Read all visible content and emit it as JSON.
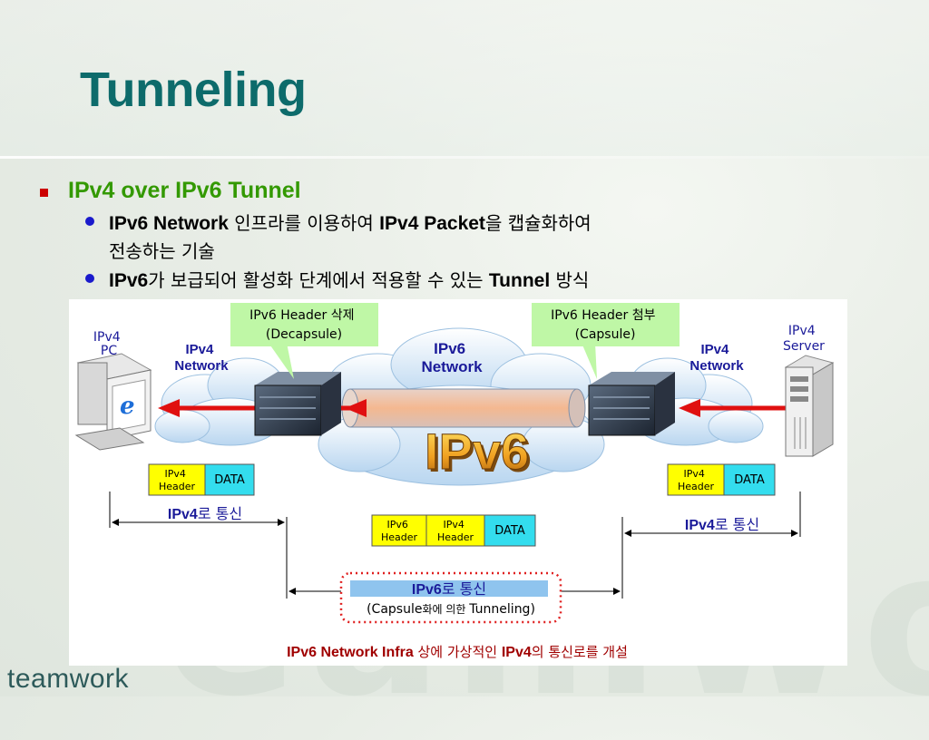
{
  "slide": {
    "title": "Tunneling",
    "footer_logo_text": "teamwork"
  },
  "bullets": {
    "level1": "IPv4 over IPv6 Tunnel",
    "item1_bold1": "IPv6 Network",
    "item1_text1": " 인프라를 이용하여 ",
    "item1_bold2": "IPv4 Packet",
    "item1_text2": "을 캡슐화하여",
    "item1_text3": "전송하는 기술",
    "item2_bold1": "IPv6",
    "item2_text1": "가 보급되어 활성화 단계에서 적용할 수 있는 ",
    "item2_bold2": "Tunnel",
    "item2_text2": " 방식"
  },
  "diagram": {
    "left_host_line1": "IPv4",
    "left_host_line2": "PC",
    "right_host_line1": "IPv4",
    "right_host_line2": "Server",
    "left_net_line1": "IPv4",
    "left_net_line2": "Network",
    "right_net_line1": "IPv4",
    "right_net_line2": "Network",
    "center_net_line1": "IPv6",
    "center_net_line2": "Network",
    "center_logo": "IPv6",
    "decap_line1": "IPv6 Header 삭제",
    "decap_line2": "(Decapsule)",
    "cap_line1": "IPv6 Header 첨부",
    "cap_line2": "(Capsule)",
    "pkt_ipv4_header_line1": "IPv4",
    "pkt_ipv4_header_line2": "Header",
    "pkt_ipv6_header_line1": "IPv6",
    "pkt_ipv6_header_line2": "Header",
    "pkt_data": "DATA",
    "left_comm_bold": "IPv4",
    "left_comm_text": "로 통신",
    "right_comm_bold": "IPv4",
    "right_comm_text": "로 통신",
    "center_comm_bold": "IPv6",
    "center_comm_text": "로 통신",
    "center_comm_sub_a": "(Capsule",
    "center_comm_sub_b": "화에 의한 ",
    "center_comm_sub_c": "Tunneling)",
    "caption_bold1": "IPv6 Network Infra",
    "caption_text1": " 상에 가상적인 ",
    "caption_bold2": "IPv4",
    "caption_text2": "의 통신로를 개설"
  },
  "colors": {
    "title": "#0d6b6b",
    "level1_text": "#339900",
    "bullet_square": "#cc0000",
    "bullet_dot": "#1a1acc",
    "callout_fill": "#bff7a6",
    "ipv4_header_fill": "#ffff00",
    "ipv6_header_fill": "#ffff00",
    "data_fill": "#33ddee",
    "arrow_red": "#e01010",
    "caption_red": "#a00000",
    "dotted_red": "#e02020",
    "ipv6_band": "#8fc4ee"
  }
}
